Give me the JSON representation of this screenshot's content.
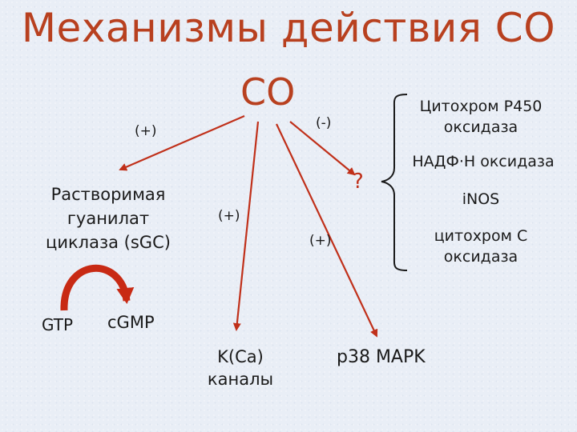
{
  "title": "Механизмы действия СО",
  "center": "СО",
  "signs": {
    "plus_left": "(+)",
    "minus": "(-)",
    "question": "?",
    "plus_mid": "(+)",
    "plus_right": "(+)"
  },
  "targets": {
    "sgc": [
      "Растворимая",
      "гуанилат",
      "циклаза (sGC)"
    ],
    "kca": [
      "K(Ca)",
      "каналы"
    ],
    "p38": "p38 MAPK"
  },
  "reaction": {
    "substrate": "GTP",
    "product": "cGMP"
  },
  "enzymes": [
    [
      "Цитохром P450",
      "оксидаза"
    ],
    [
      "НАДФ·Н оксидаза"
    ],
    [
      "iNOS"
    ],
    [
      "цитохром С",
      "оксидаза"
    ]
  ],
  "colors": {
    "title": "#b8401f",
    "arrow": "#c0301a",
    "cycle_arrow": "#c82a14",
    "bracket": "#1a1a1a"
  }
}
